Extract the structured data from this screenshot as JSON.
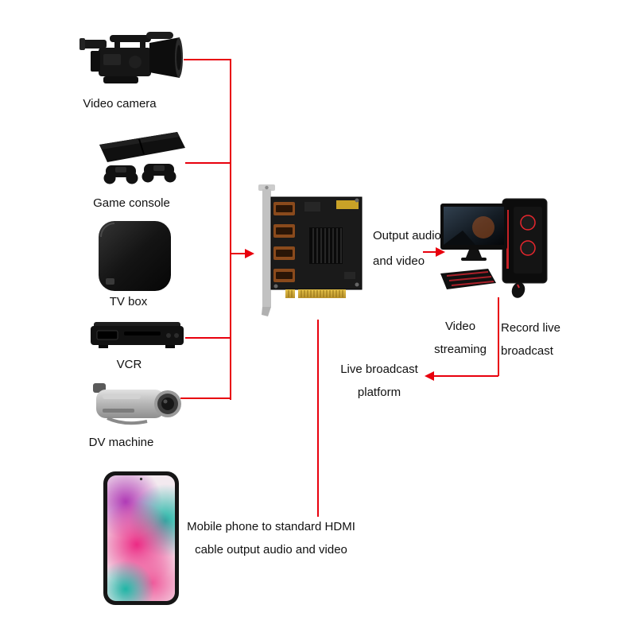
{
  "diagram": {
    "sources": [
      {
        "id": "video-camera",
        "label": "Video camera"
      },
      {
        "id": "game-console",
        "label": "Game console"
      },
      {
        "id": "tv-box",
        "label": "TV box"
      },
      {
        "id": "vcr",
        "label": "VCR"
      },
      {
        "id": "dv-machine",
        "label": "DV machine"
      }
    ],
    "annotations": {
      "output": {
        "line1": "Output audio",
        "line2": "and video"
      },
      "video_streaming": {
        "line1": "Video",
        "line2": "streaming"
      },
      "record_live": {
        "line1": "Record live",
        "line2": "broadcast"
      },
      "live_platform": {
        "line1": "Live broadcast",
        "line2": "platform"
      },
      "phone_note": {
        "line1": "Mobile phone to standard HDMI",
        "line2": "cable output audio and video"
      }
    },
    "colors": {
      "connector": "#e8000d",
      "background": "#ffffff",
      "text": "#111111"
    }
  }
}
